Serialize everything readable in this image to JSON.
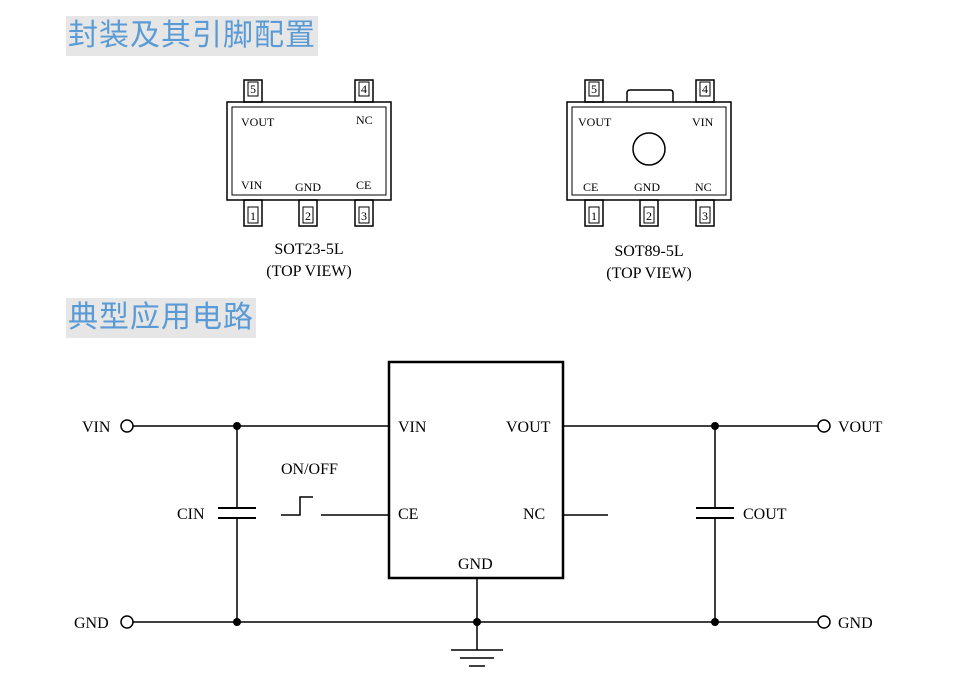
{
  "sections": {
    "package_title": "封装及其引脚配置",
    "circuit_title": "典型应用电路"
  },
  "packages": [
    {
      "name": "SOT23-5L",
      "view": "(TOP VIEW)",
      "pin_numbers": {
        "p1": "1",
        "p2": "2",
        "p3": "3",
        "p4": "4",
        "p5": "5"
      },
      "top_labels": [
        "VOUT",
        "NC"
      ],
      "bottom_labels": [
        "VIN",
        "GND",
        "CE"
      ]
    },
    {
      "name": "SOT89-5L",
      "view": "(TOP VIEW)",
      "pin_numbers": {
        "p1": "1",
        "p2": "2",
        "p3": "3",
        "p4": "4",
        "p5": "5"
      },
      "top_labels": [
        "VOUT",
        "VIN"
      ],
      "bottom_labels": [
        "CE",
        "GND",
        "NC"
      ]
    }
  ],
  "circuit": {
    "terminals": {
      "vin": "VIN",
      "gnd_left": "GND",
      "vout": "VOUT",
      "gnd_right": "GND"
    },
    "ic_pins": {
      "vin": "VIN",
      "vout": "VOUT",
      "ce": "CE",
      "nc": "NC",
      "gnd": "GND"
    },
    "components": {
      "cin": "CIN",
      "cout": "COUT",
      "switch": "ON/OFF"
    }
  }
}
